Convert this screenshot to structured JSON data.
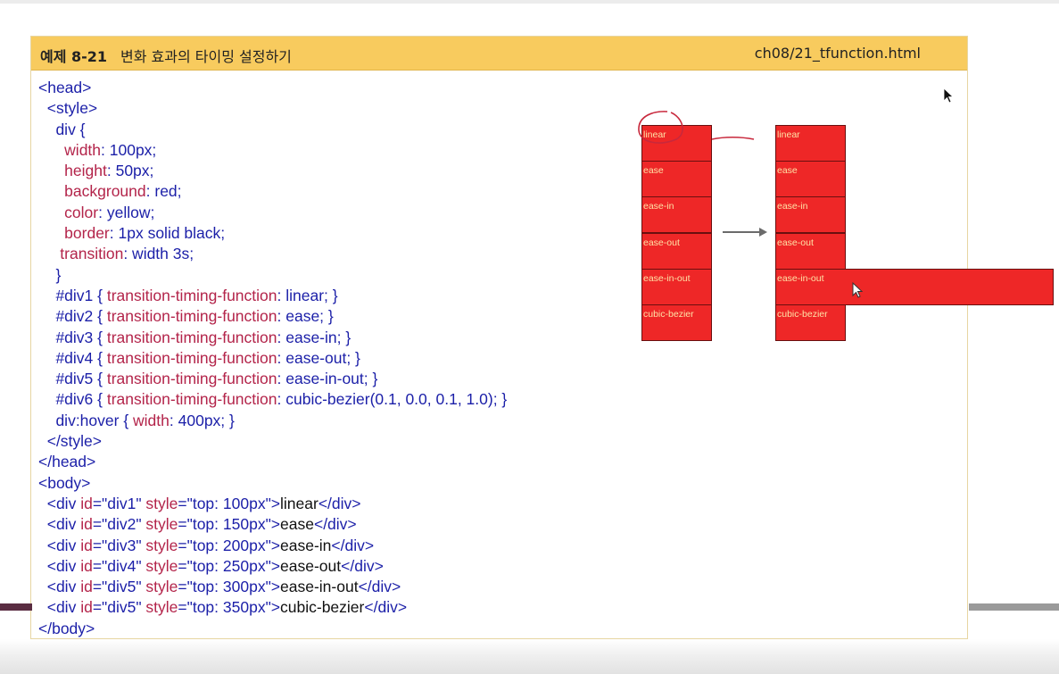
{
  "example": {
    "number": "예제 8-21",
    "title": "변화 효과의 타이밍 설정하기",
    "file": "ch08/21_tfunction.html"
  },
  "code_lines": [
    [
      {
        "t": "tag",
        "s": "<head>"
      }
    ],
    [
      {
        "t": "tag",
        "s": "  <style>"
      }
    ],
    [
      {
        "t": "tag",
        "s": "    div {"
      }
    ],
    [
      {
        "t": "attr",
        "s": "      width"
      },
      {
        "t": "tag",
        "s": ": 100px;"
      }
    ],
    [
      {
        "t": "attr",
        "s": "      height"
      },
      {
        "t": "tag",
        "s": ": 50px;"
      }
    ],
    [
      {
        "t": "attr",
        "s": "      background"
      },
      {
        "t": "tag",
        "s": ": red;"
      }
    ],
    [
      {
        "t": "attr",
        "s": "      color"
      },
      {
        "t": "tag",
        "s": ": yellow;"
      }
    ],
    [
      {
        "t": "attr",
        "s": "      border"
      },
      {
        "t": "tag",
        "s": ": 1px solid black;"
      }
    ],
    [
      {
        "t": "attr",
        "s": "     transition"
      },
      {
        "t": "tag",
        "s": ": width 3s;"
      }
    ],
    [
      {
        "t": "tag",
        "s": "    }"
      }
    ],
    [
      {
        "t": "tag",
        "s": "    #div1 { "
      },
      {
        "t": "attr",
        "s": "transition-timing-function"
      },
      {
        "t": "tag",
        "s": ": linear; }"
      }
    ],
    [
      {
        "t": "tag",
        "s": "    #div2 { "
      },
      {
        "t": "attr",
        "s": "transition-timing-function"
      },
      {
        "t": "tag",
        "s": ": ease; }"
      }
    ],
    [
      {
        "t": "tag",
        "s": "    #div3 { "
      },
      {
        "t": "attr",
        "s": "transition-timing-function"
      },
      {
        "t": "tag",
        "s": ": ease-in; }"
      }
    ],
    [
      {
        "t": "tag",
        "s": "    #div4 { "
      },
      {
        "t": "attr",
        "s": "transition-timing-function"
      },
      {
        "t": "tag",
        "s": ": ease-out; }"
      }
    ],
    [
      {
        "t": "tag",
        "s": "    #div5 { "
      },
      {
        "t": "attr",
        "s": "transition-timing-function"
      },
      {
        "t": "tag",
        "s": ": ease-in-out; }"
      }
    ],
    [
      {
        "t": "tag",
        "s": "    #div6 { "
      },
      {
        "t": "attr",
        "s": "transition-timing-function"
      },
      {
        "t": "tag",
        "s": ": cubic-bezier(0.1, 0.0, 0.1, 1.0); }"
      }
    ],
    [
      {
        "t": "tag",
        "s": "    div:hover { "
      },
      {
        "t": "attr",
        "s": "width"
      },
      {
        "t": "tag",
        "s": ": 400px; }"
      }
    ],
    [
      {
        "t": "tag",
        "s": "  </style>"
      }
    ],
    [
      {
        "t": "tag",
        "s": "</head>"
      }
    ],
    [
      {
        "t": "tag",
        "s": "<body>"
      }
    ],
    [
      {
        "t": "tag",
        "s": "  <div "
      },
      {
        "t": "attr",
        "s": "id"
      },
      {
        "t": "tag",
        "s": "=\"div1\" "
      },
      {
        "t": "attr",
        "s": "style"
      },
      {
        "t": "tag",
        "s": "=\"top: 100px\">"
      },
      {
        "t": "text",
        "s": "linear"
      },
      {
        "t": "tag",
        "s": "</div>"
      }
    ],
    [
      {
        "t": "tag",
        "s": "  <div "
      },
      {
        "t": "attr",
        "s": "id"
      },
      {
        "t": "tag",
        "s": "=\"div2\" "
      },
      {
        "t": "attr",
        "s": "style"
      },
      {
        "t": "tag",
        "s": "=\"top: 150px\">"
      },
      {
        "t": "text",
        "s": "ease"
      },
      {
        "t": "tag",
        "s": "</div>"
      }
    ],
    [
      {
        "t": "tag",
        "s": "  <div "
      },
      {
        "t": "attr",
        "s": "id"
      },
      {
        "t": "tag",
        "s": "=\"div3\" "
      },
      {
        "t": "attr",
        "s": "style"
      },
      {
        "t": "tag",
        "s": "=\"top: 200px\">"
      },
      {
        "t": "text",
        "s": "ease-in"
      },
      {
        "t": "tag",
        "s": "</div>"
      }
    ],
    [
      {
        "t": "tag",
        "s": "  <div "
      },
      {
        "t": "attr",
        "s": "id"
      },
      {
        "t": "tag",
        "s": "=\"div4\" "
      },
      {
        "t": "attr",
        "s": "style"
      },
      {
        "t": "tag",
        "s": "=\"top: 250px\">"
      },
      {
        "t": "text",
        "s": "ease-out"
      },
      {
        "t": "tag",
        "s": "</div>"
      }
    ],
    [
      {
        "t": "tag",
        "s": "  <div "
      },
      {
        "t": "attr",
        "s": "id"
      },
      {
        "t": "tag",
        "s": "=\"div5\" "
      },
      {
        "t": "attr",
        "s": "style"
      },
      {
        "t": "tag",
        "s": "=\"top: 300px\">"
      },
      {
        "t": "text",
        "s": "ease-in-out"
      },
      {
        "t": "tag",
        "s": "</div>"
      }
    ],
    [
      {
        "t": "tag",
        "s": "  <div "
      },
      {
        "t": "attr",
        "s": "id"
      },
      {
        "t": "tag",
        "s": "=\"div5\" "
      },
      {
        "t": "attr",
        "s": "style"
      },
      {
        "t": "tag",
        "s": "=\"top: 350px\">"
      },
      {
        "t": "text",
        "s": "cubic-bezier"
      },
      {
        "t": "tag",
        "s": "</div>"
      }
    ],
    [
      {
        "t": "tag",
        "s": "</body>"
      }
    ]
  ],
  "demo": {
    "before_labels": [
      "linear",
      "ease",
      "ease-in",
      "ease-out",
      "ease-in-out",
      "cubic-bezier"
    ],
    "after_labels": [
      "linear",
      "ease",
      "ease-in",
      "ease-out",
      "ease-in-out",
      "cubic-bezier"
    ],
    "hovered_label": "ease-in-out",
    "arrow_icon": "right-arrow-icon",
    "cursor_icon": "mouse-pointer-icon",
    "colors": {
      "box": "#ee2727",
      "box_text": "#ffe2a6",
      "annotation": "#c8283c",
      "header": "#f8cb5e"
    }
  }
}
